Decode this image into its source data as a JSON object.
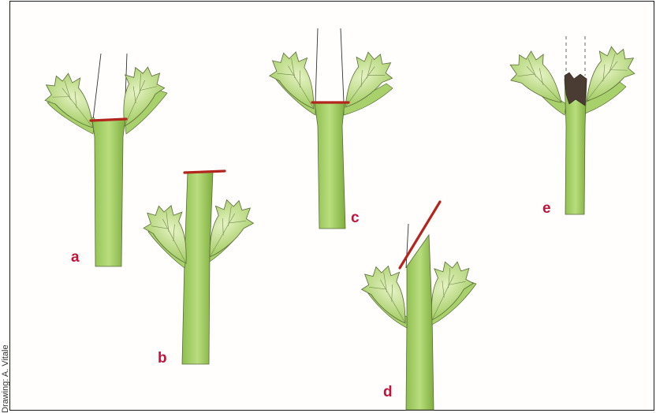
{
  "credit": "Drawing: A. Vitale",
  "labels": {
    "a": "a",
    "b": "b",
    "c": "c",
    "d": "d",
    "e": "e"
  },
  "colors": {
    "leaf": "#b7d97a",
    "leaf_dark": "#8fbf4f",
    "stem": "#a8d16b",
    "stem_dark": "#7fae3e",
    "cut_mark": "#b3261e",
    "label": "#c0143c",
    "outline": "#3a4a2a"
  }
}
